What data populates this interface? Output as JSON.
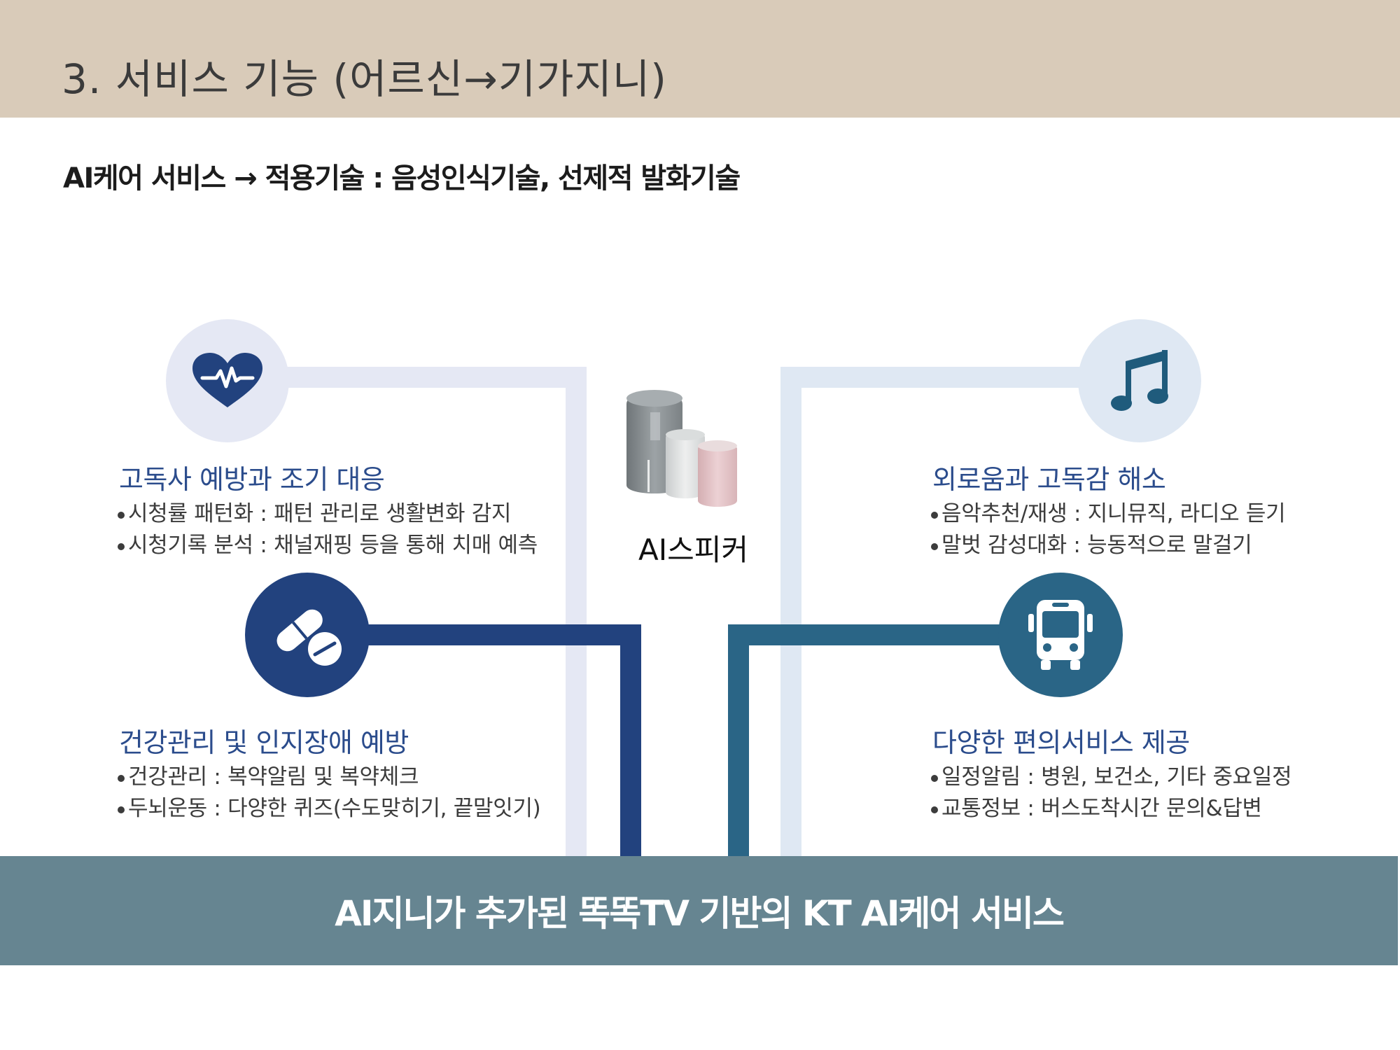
{
  "header": {
    "title": "3. 서비스 기능 (어르신→기가지니)"
  },
  "subtitle": "AI케어 서비스 → 적용기술 : 음성인식기술, 선제적 발화기술",
  "speaker": {
    "label": "AI스피커"
  },
  "features": {
    "lonely_death": {
      "title": "고독사 예방과 조기 대응",
      "items": [
        "시청률 패턴화 : 패턴 관리로 생활변화 감지",
        "시청기록 분석 : 채널재핑 등을 통해 치매 예측"
      ],
      "icon": "heart-pulse-icon"
    },
    "health": {
      "title": "건강관리 및 인지장애 예방",
      "items": [
        "건강관리 : 복약알림 및 복약체크",
        "두뇌운동 : 다양한 퀴즈(수도맞히기, 끝말잇기)"
      ],
      "icon": "pills-icon"
    },
    "loneliness": {
      "title": "외로움과 고독감 해소",
      "items": [
        "음악추천/재생 : 지니뮤직, 라디오 듣기",
        "말벗 감성대화 : 능동적으로 말걸기"
      ],
      "icon": "music-note-icon"
    },
    "convenience": {
      "title": "다양한 편의서비스 제공",
      "items": [
        "일정알림 : 병원, 보건소, 기타 중요일정",
        "교통정보 : 버스도착시간 문의&답변"
      ],
      "icon": "bus-icon"
    }
  },
  "bottom_banner": "AI지니가 추가된 똑똑TV 기반의 KT AI케어 서비스",
  "colors": {
    "header_bg": "#d9cbb9",
    "light_lavender": "#e5e8f4",
    "light_blue": "#dfe8f3",
    "navy": "#22427e",
    "teal": "#2a6586",
    "banner": "#668591"
  }
}
